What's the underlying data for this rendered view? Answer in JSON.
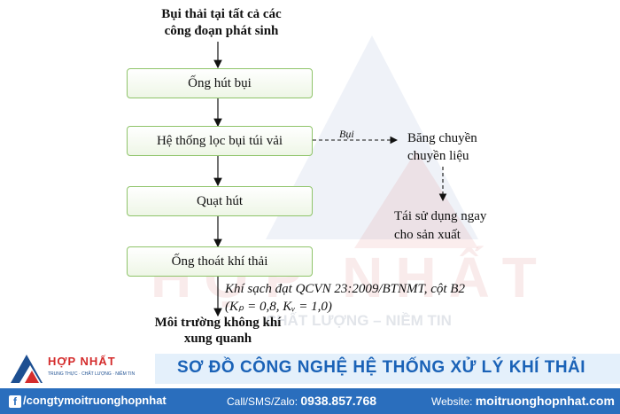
{
  "diagram": {
    "source": "Bụi thải tại tất cả các công đoạn phát sinh",
    "source_line1": "Bụi thải tại tất cả các",
    "source_line2": "công đoạn phát sinh",
    "boxes": [
      "Ống hút bụi",
      "Hệ thống lọc bụi túi vải",
      "Quạt hút",
      "Ống thoát khí thải"
    ],
    "branch_label": "Bụi",
    "branch_target_line1": "Băng chuyền",
    "branch_target_line2": "chuyền liệu",
    "reuse_line1": "Tái sử dụng ngay",
    "reuse_line2": "cho sản xuất",
    "note_line1": "Khí sạch đạt QCVN 23:2009/BTNMT, cột B2",
    "note_line2": "(Kₚ = 0,8, Kᵥ = 1,0)",
    "output_line1": "Môi trường không khí",
    "output_line2": "xung quanh"
  },
  "watermark": {
    "slogan": "CHẤT LƯỢNG – NIỀM TIN"
  },
  "brand": {
    "name": "HỢP NHẤT",
    "tagline": "TRUNG THỰC · CHẤT LƯỢNG · NIỀM TIN",
    "colors": {
      "primary": "#2a6ebd",
      "accent": "#d42c2c",
      "box_border": "#8fc46a"
    }
  },
  "banner": {
    "title": "SƠ ĐỒ CÔNG NGHỆ HỆ THỐNG XỬ LÝ KHÍ THẢI"
  },
  "footer": {
    "facebook_icon": "f",
    "facebook": "/congtymoitruonghopnhat",
    "phone_label": "Call/SMS/Zalo:",
    "phone": "0938.857.768",
    "website_label": "Website:",
    "website": "moitruonghopnhat.com"
  }
}
